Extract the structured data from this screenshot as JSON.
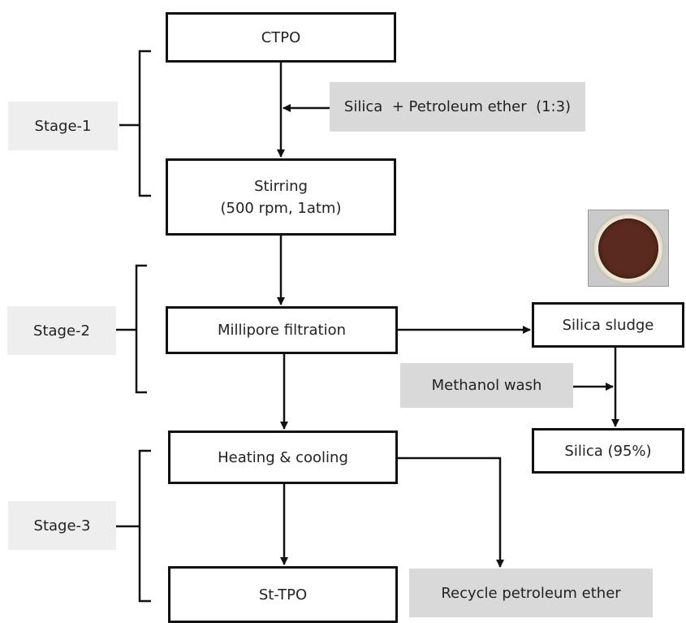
{
  "process_boxes": {
    "ctpo": "CTPO",
    "stirring_line1": "Stirring",
    "stirring_line2": "(500 rpm, 1atm)",
    "millipore": "Millipore filtration",
    "heating": "Heating & cooling",
    "st_tpo": "St-TPO",
    "silica_sludge": "Silica sludge",
    "silica_95": "Silica (95%)"
  },
  "inputs": {
    "silica_petroleum": "Silica  + Petroleum ether  (1:3)",
    "methanol_wash": "Methanol wash",
    "recycle": "Recycle petroleum ether"
  },
  "stages": [
    "Stage-1",
    "Stage-2",
    "Stage-3"
  ],
  "colors": {
    "box_border": "#111111",
    "input_fill": "#d9d9d9",
    "stage_fill": "#eeeeee",
    "sludge_color": "#5a2a1e"
  }
}
